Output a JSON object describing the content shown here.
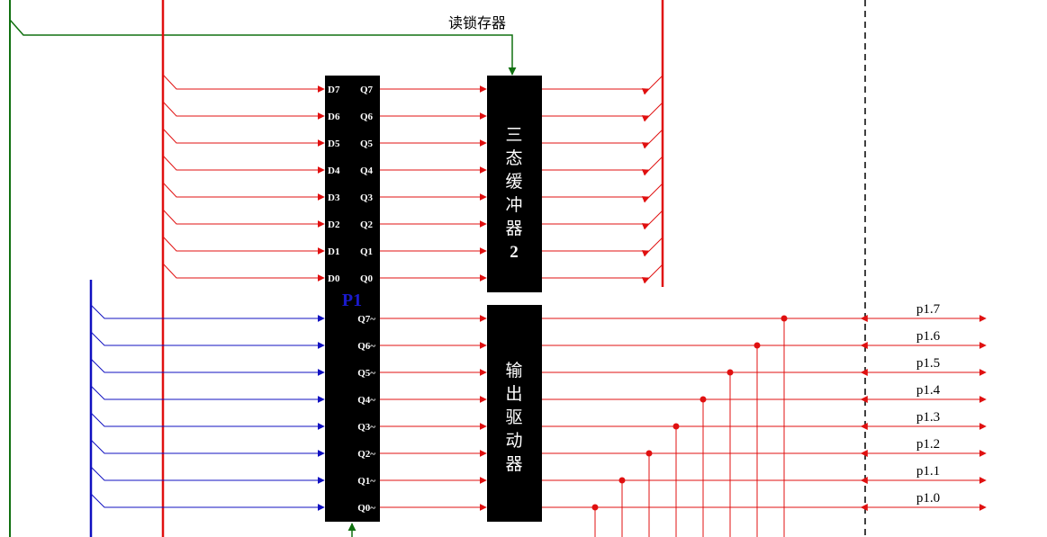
{
  "signals": {
    "read_latch": "读锁存器"
  },
  "latch": {
    "name": "P1",
    "d_pins": [
      "D7",
      "D6",
      "D5",
      "D4",
      "D3",
      "D2",
      "D1",
      "D0"
    ],
    "q_pins": [
      "Q7",
      "Q6",
      "Q5",
      "Q4",
      "Q3",
      "Q2",
      "Q1",
      "Q0"
    ],
    "qn_pins": [
      "Q7~",
      "Q6~",
      "Q5~",
      "Q4~",
      "Q3~",
      "Q2~",
      "Q1~",
      "Q0~"
    ]
  },
  "tristate_buffer": {
    "chars": [
      "三",
      "态",
      "缓",
      "冲",
      "器",
      "2"
    ]
  },
  "output_driver": {
    "chars": [
      "输",
      "出",
      "驱",
      "动",
      "器"
    ]
  },
  "ports": [
    "p1.7",
    "p1.6",
    "p1.5",
    "p1.4",
    "p1.3",
    "p1.2",
    "p1.1",
    "p1.0"
  ],
  "colors": {
    "data_bus": "#e01010",
    "control": "#107010",
    "input_bus": "#1010c0",
    "block": "#000000"
  }
}
